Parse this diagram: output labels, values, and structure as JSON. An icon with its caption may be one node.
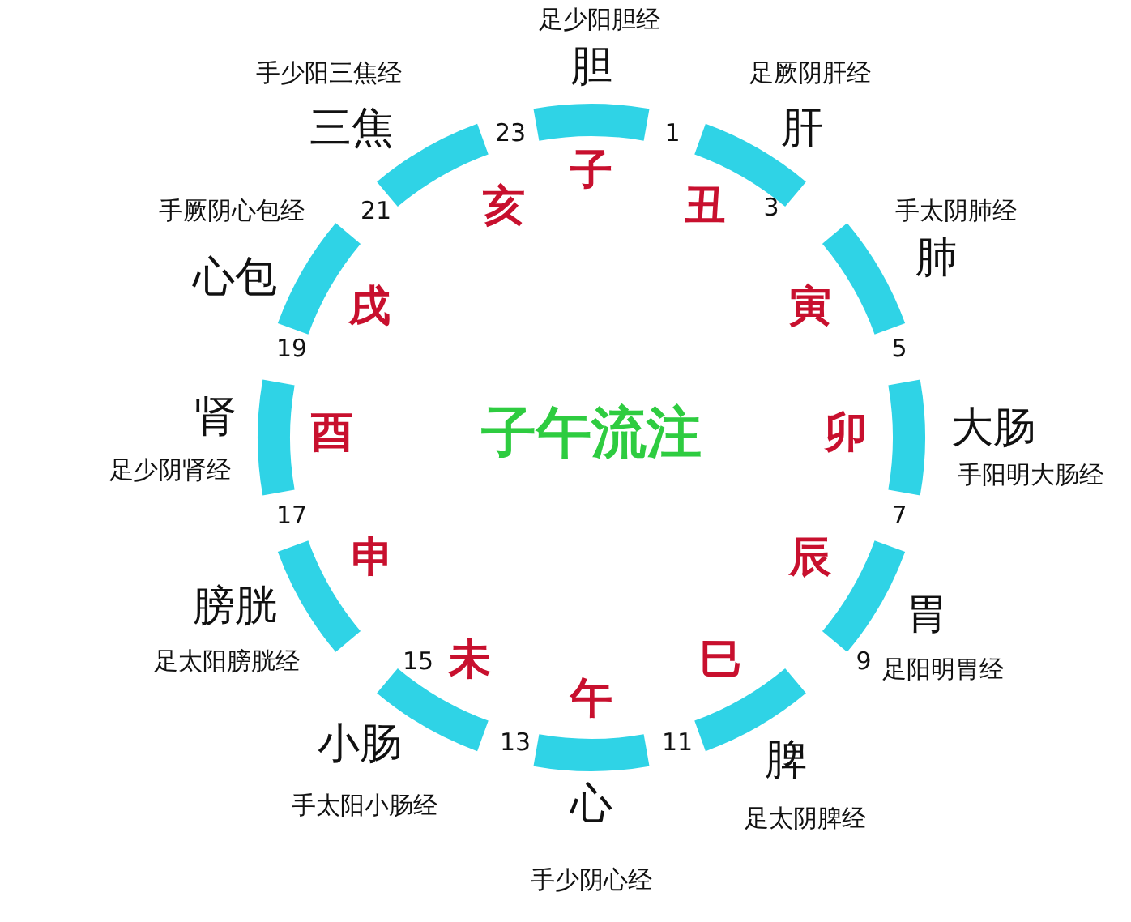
{
  "diagram": {
    "title": "子午流注",
    "labels": [
      "足少阳胆经",
      "胆",
      "手少阳三焦经",
      "足厥阴肝经",
      "23",
      "1",
      "三焦",
      "肝",
      "子",
      "亥",
      "丑",
      "手厥阴心包经",
      "21",
      "3",
      "手太阴肺经",
      "心包",
      "肺",
      "戌",
      "寅",
      "19",
      "5",
      "肾",
      "酉",
      "卯",
      "大肠",
      "足少阴肾经",
      "手阳明大肠经",
      "17",
      "7",
      "申",
      "辰",
      "膀胱",
      "胃",
      "足太阳膀胱经",
      "15",
      "未",
      "巳",
      "9",
      "足阳明胃经",
      "午",
      "小肠",
      "13",
      "11",
      "脾",
      "手太阳小肠经",
      "心",
      "足太阴脾经",
      "手少阴心经"
    ]
  }
}
